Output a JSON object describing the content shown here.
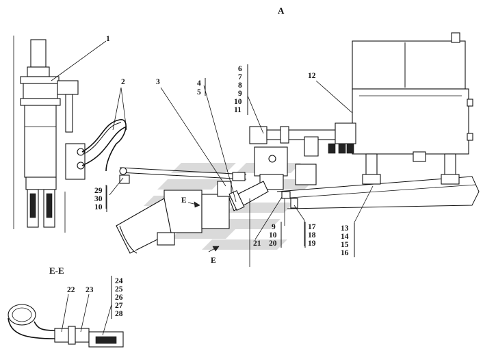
{
  "view_title": "A",
  "section_title": "E-E",
  "section_marks": [
    "E",
    "E"
  ],
  "labels": {
    "l1": "1",
    "l2": "2",
    "l3": "3",
    "l4": "4",
    "l5": "5",
    "l6": "6",
    "l7": "7",
    "l8": "8",
    "l9": "9",
    "l10": "10",
    "l11": "11",
    "l12": "12",
    "l29": "29",
    "l30": "30",
    "l10b": "10",
    "l9b": "9",
    "l10c": "10",
    "l20": "20",
    "l21": "21",
    "l17": "17",
    "l18": "18",
    "l19": "19",
    "l13": "13",
    "l14": "14",
    "l15": "15",
    "l16": "16",
    "l22": "22",
    "l23": "23",
    "l24": "24",
    "l25": "25",
    "l26": "26",
    "l27": "27",
    "l28": "28"
  },
  "colors": {
    "ink": "#111111",
    "watermark": "#bdbdbd"
  }
}
